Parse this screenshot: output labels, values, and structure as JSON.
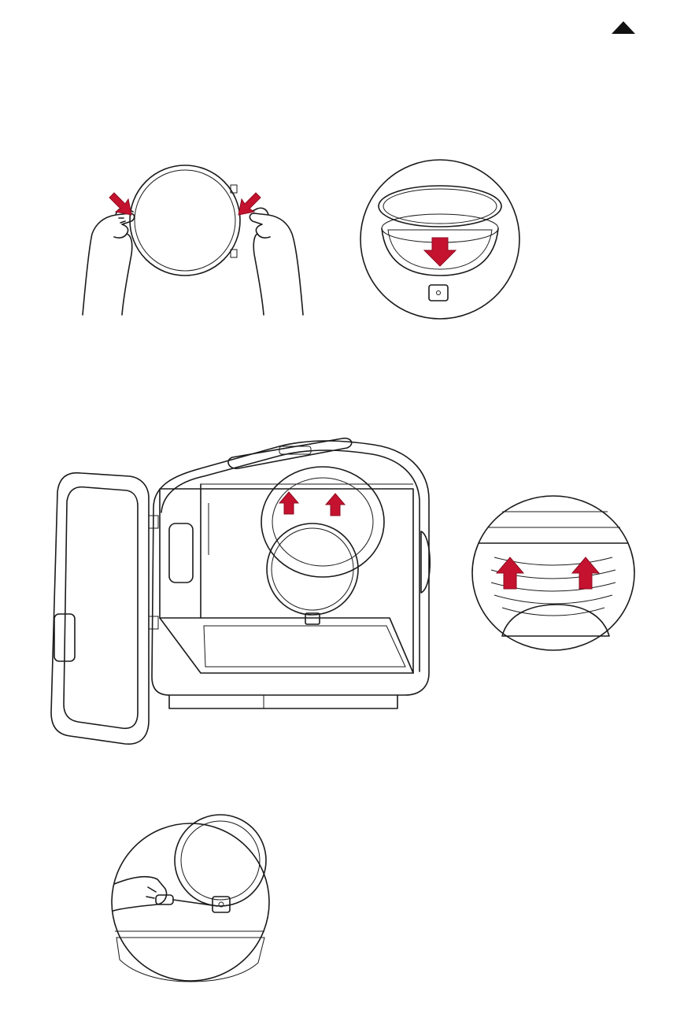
{
  "page": {
    "nav": {
      "scroll_up_icon": "triangle-up-icon"
    },
    "colors": {
      "accent_arrow": "#c4122f",
      "line_art": "#1a1a1a",
      "background": "#ffffff"
    },
    "figures": [
      {
        "name": "hands-pressing-filter-tabs",
        "icon": "hands-filter-illustration"
      },
      {
        "name": "filter-insertion-closeup",
        "icon": "filter-down-arrow-illustration"
      },
      {
        "name": "dryer-open-door",
        "icon": "dryer-cabinet-illustration"
      },
      {
        "name": "vent-tabs-closeup",
        "icon": "vent-up-arrows-illustration"
      },
      {
        "name": "screwdriver-closeup",
        "icon": "screwdriver-filter-illustration"
      }
    ],
    "product_badge": ""
  }
}
